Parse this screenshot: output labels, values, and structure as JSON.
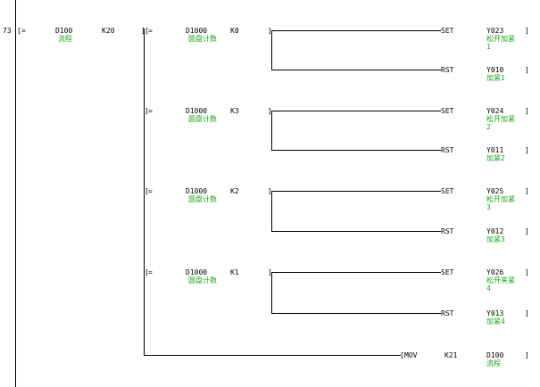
{
  "rung": {
    "step": "73",
    "main_cmp": {
      "op": "=",
      "s1": "D100",
      "s1_comment": "流程",
      "s2": "K20"
    }
  },
  "branches": [
    {
      "op": "=",
      "s1": "D1000",
      "s1_comment": "圆盘计数",
      "s2": "K0",
      "set": {
        "instr": "SET",
        "dev": "Y023",
        "comment": [
          "松开加紧",
          "1"
        ]
      },
      "rst": {
        "instr": "RST",
        "dev": "Y010",
        "comment": [
          "加紧1"
        ]
      }
    },
    {
      "op": "=",
      "s1": "D1000",
      "s1_comment": "圆盘计数",
      "s2": "K3",
      "set": {
        "instr": "SET",
        "dev": "Y024",
        "comment": [
          "松开加紧",
          "2"
        ]
      },
      "rst": {
        "instr": "RST",
        "dev": "Y011",
        "comment": [
          "加紧2"
        ]
      }
    },
    {
      "op": "=",
      "s1": "D1000",
      "s1_comment": "圆盘计数",
      "s2": "K2",
      "set": {
        "instr": "SET",
        "dev": "Y025",
        "comment": [
          "松开加紧",
          "3"
        ]
      },
      "rst": {
        "instr": "RST",
        "dev": "Y012",
        "comment": [
          "加紧3"
        ]
      }
    },
    {
      "op": "=",
      "s1": "D1000",
      "s1_comment": "圆盘计数",
      "s2": "K1",
      "set": {
        "instr": "SET",
        "dev": "Y026",
        "comment": [
          "松开夹紧",
          "4"
        ]
      },
      "rst": {
        "instr": "RST",
        "dev": "Y013",
        "comment": [
          "加紧4"
        ]
      }
    }
  ],
  "mov": {
    "instr": "MOV",
    "src": "K21",
    "dst": "D100",
    "dst_comment": "流程"
  },
  "colors": {
    "comment": "#1fa31f",
    "line": "#000000",
    "background": "#ffffff"
  }
}
